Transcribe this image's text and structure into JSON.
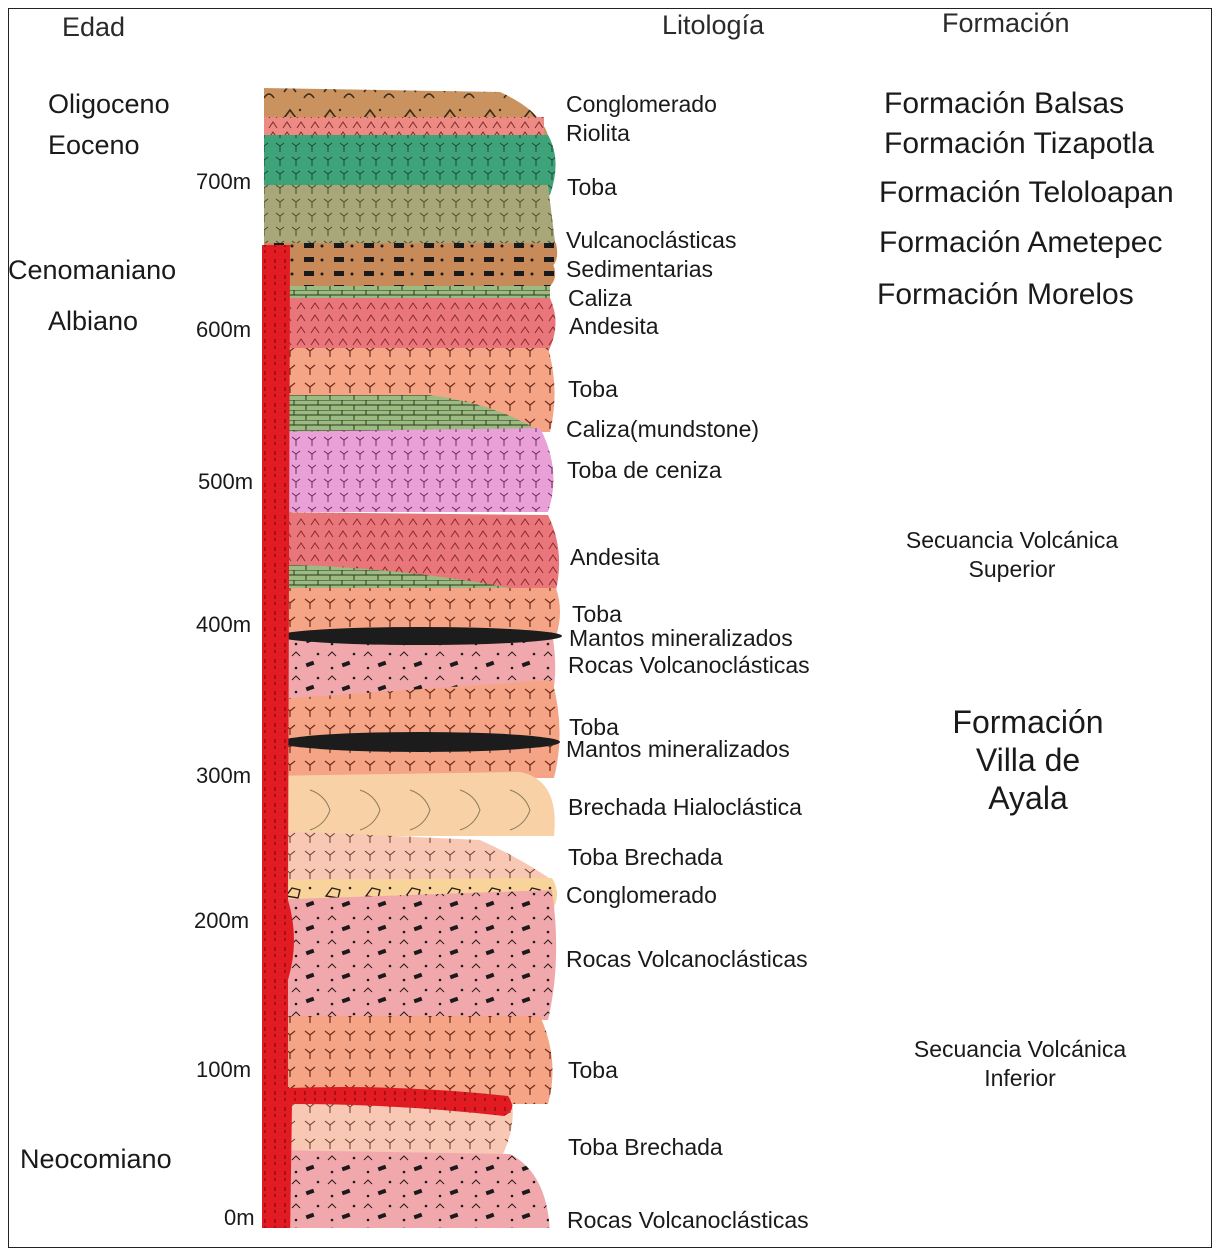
{
  "headers": {
    "age": "Edad",
    "lithology": "Litología",
    "formation": "Formación"
  },
  "ages": [
    "Oligoceno",
    "Eoceno",
    "Cenomaniano",
    "Albiano",
    "Neocomiano"
  ],
  "depth_labels": [
    "700m",
    "600m",
    "500m",
    "400m",
    "300m",
    "200m",
    "100m",
    "0m"
  ],
  "lithology_labels": [
    "Conglomerado",
    "Riolita",
    "Toba",
    "Vulcanoclásticas",
    "Sedimentarias",
    "Caliza",
    "Andesita",
    "Toba",
    "Caliza(mundstone)",
    "Toba de ceniza",
    "Andesita",
    "Toba",
    "Mantos mineralizados",
    "Rocas Volcanoclásticas",
    "Toba",
    "Mantos mineralizados",
    "Brechada Hialoclástica",
    "Toba Brechada",
    "Conglomerado",
    "Rocas Volcanoclásticas",
    "Toba",
    "Toba Brechada",
    "Rocas Volcanoclásticas"
  ],
  "formations": [
    "Formación Balsas",
    "Formación Tizapotla",
    "Formación Teloloapan",
    "Formación Ametepec",
    "Formación Morelos"
  ],
  "sequences": {
    "upper": [
      "Secuancia Volcánica",
      "Superior"
    ],
    "villa": [
      "Formación",
      "Villa de",
      "Ayala"
    ],
    "lower": [
      "Secuancia Volcánica",
      "Inferior"
    ]
  },
  "colors": {
    "conglomerate": "#c9925e",
    "rhyolite": "#ee8a84",
    "tuff_green": "#3fa37a",
    "tuff_olive": "#a7a77a",
    "volcaniclastic_brown": "#c98a5a",
    "limestone": "#9cbb82",
    "andesite": "#e8767a",
    "tuff_salmon": "#f5a486",
    "ash_tuff": "#e8a0d6",
    "volcaniclastic_pink": "#f0a8ac",
    "hyaloclastic": "#f8d2a6",
    "tuff_breccia": "#f8c8b4",
    "conglomerate_yellow": "#f8d49a",
    "intrusive_red": "#e21b22",
    "ore_black": "#1c1c1c"
  }
}
